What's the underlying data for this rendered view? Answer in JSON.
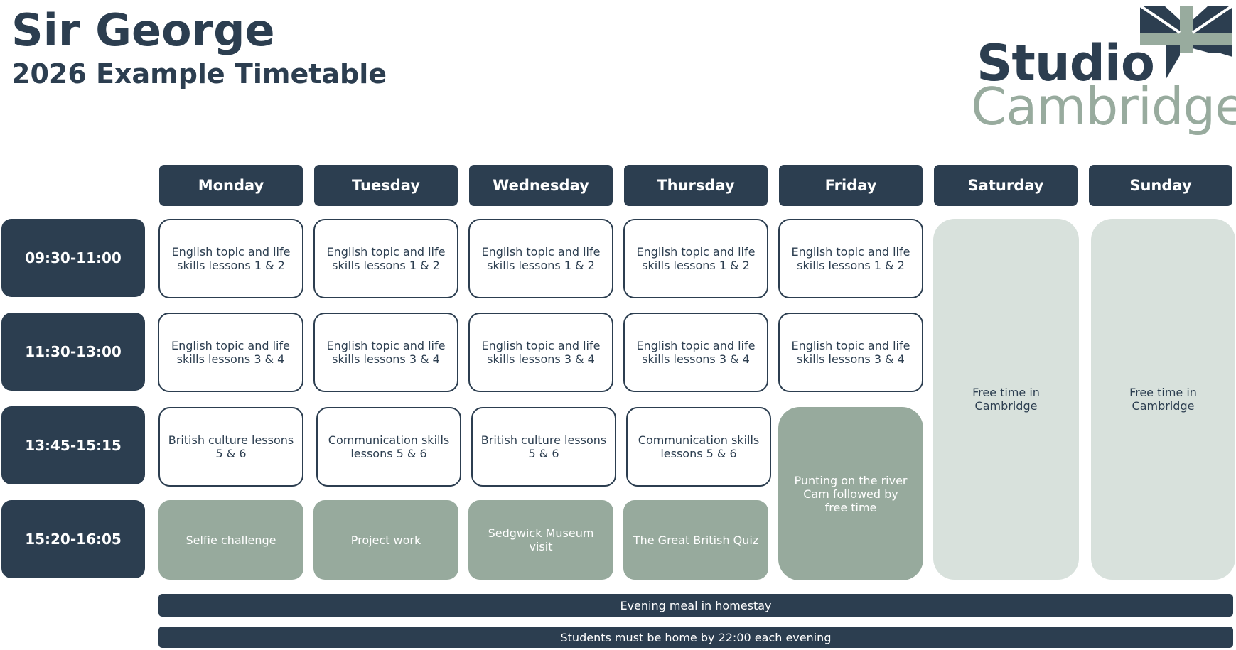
{
  "header": {
    "title": "Sir George",
    "subtitle": "2026 Example Timetable"
  },
  "logo": {
    "line1": "Studio",
    "line2": "Cambridge",
    "icon": "union-jack-flag-icon",
    "colors": {
      "dark": "#2c3e50",
      "sage": "#98ab9e"
    }
  },
  "days": [
    "Monday",
    "Tuesday",
    "Wednesday",
    "Thursday",
    "Friday",
    "Saturday",
    "Sunday"
  ],
  "times": [
    "09:30-11:00",
    "11:30-13:00",
    "13:45-15:15",
    "15:20-16:05"
  ],
  "cells": {
    "mon": {
      "s1": "English topic and life skills lessons 1 & 2",
      "s2": "English topic and life skills lessons 3 & 4",
      "s3": "British culture lessons 5 & 6",
      "s4": "Selfie challenge"
    },
    "tue": {
      "s1": "English topic and life skills lessons 1 & 2",
      "s2": "English topic and life skills lessons 3 & 4",
      "s3": "Communication skills lessons 5 & 6",
      "s4": "Project work"
    },
    "wed": {
      "s1": "English topic and life skills lessons 1 & 2",
      "s2": "English topic and life skills lessons 3 & 4",
      "s3": "British culture lessons 5 & 6",
      "s4": "Sedgwick Museum visit"
    },
    "thu": {
      "s1": "English topic and life skills lessons 1 & 2",
      "s2": "English topic and life skills lessons 3 & 4",
      "s3": "Communication skills lessons 5 & 6",
      "s4": "The Great British Quiz"
    },
    "fri": {
      "s1": "English topic and life skills lessons 1 & 2",
      "s2": "English topic and life skills lessons 3 & 4",
      "afternoon": "Punting on the river Cam followed by free time"
    },
    "sat": "Free time in Cambridge",
    "sun": "Free time in Cambridge"
  },
  "banners": {
    "evening": "Evening meal in homestay",
    "curfew": "Students must be home by 22:00 each evening"
  },
  "colors": {
    "navy": "#2c3e50",
    "sage": "#97aa9d",
    "light_sage": "#d8e1dc",
    "white": "#ffffff"
  }
}
